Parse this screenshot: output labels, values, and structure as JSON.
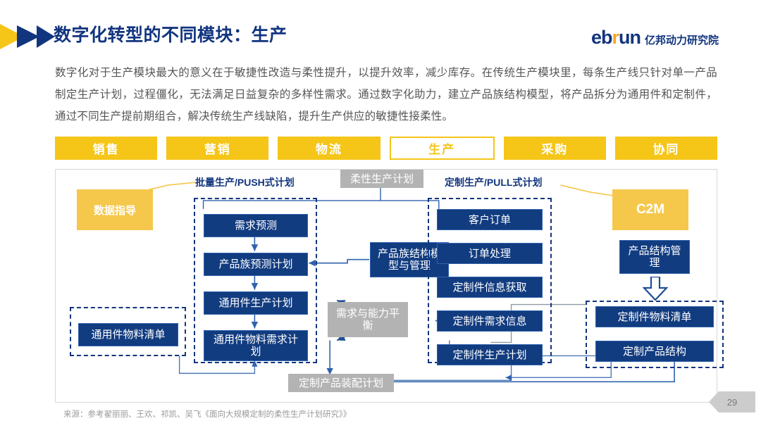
{
  "header": {
    "title": "数字化转型的不同模块：生产",
    "logo_main": "eb",
    "logo_r": "r",
    "logo_tail": "un",
    "logo_cn": "亿邦动力研究院",
    "accent_navy": "#12357f",
    "accent_yellow": "#F5C518"
  },
  "body": {
    "paragraph": "数字化对于生产模块最大的意义在于敏捷性改造与柔性提升，以提升效率，减少库存。在传统生产模块里，每条生产线只针对单一产品制定生产计划，过程僵化，无法满足日益复杂的多样性需求。通过数字化助力，建立产品族结构模型，将产品拆分为通用件和定制件，通过不同生产提前期组合，解决传统生产线缺陷，提升生产供应的敏捷性接柔性。"
  },
  "tabs": [
    {
      "label": "销售",
      "active": false
    },
    {
      "label": "营销",
      "active": false
    },
    {
      "label": "物流",
      "active": false
    },
    {
      "label": "生产",
      "active": true
    },
    {
      "label": "采购",
      "active": false
    },
    {
      "label": "协同",
      "active": false
    }
  ],
  "diagram": {
    "labels": {
      "push": "批量生产/PUSH式计划",
      "pull": "定制生产/PULL式计划"
    },
    "flexible_plan": "柔性生产计划",
    "data_guide": "数据指导",
    "c2m": "C2M",
    "push_nodes": [
      "需求预测",
      "产品族预测计划",
      "通用件生产计划",
      "通用件物料需求计划"
    ],
    "pull_nodes": [
      "客户订单",
      "订单处理",
      "定制件信息获取",
      "定制件需求信息",
      "定制件生产计划"
    ],
    "family_model": "产品族结构模型与管理",
    "capacity_balance": "需求与能力平衡",
    "common_bom": "通用件物料清单",
    "product_structure_mgmt": "产品结构管理",
    "custom_bom": "定制件物料清单",
    "custom_product_structure": "定制产品结构",
    "assembly_plan": "定制产品装配计划"
  },
  "footer": {
    "source": "来源：参考翟丽丽、王欢、祁凯、吴飞《面向大规模定制的柔性生产计划研究》》",
    "page_number": "29"
  }
}
